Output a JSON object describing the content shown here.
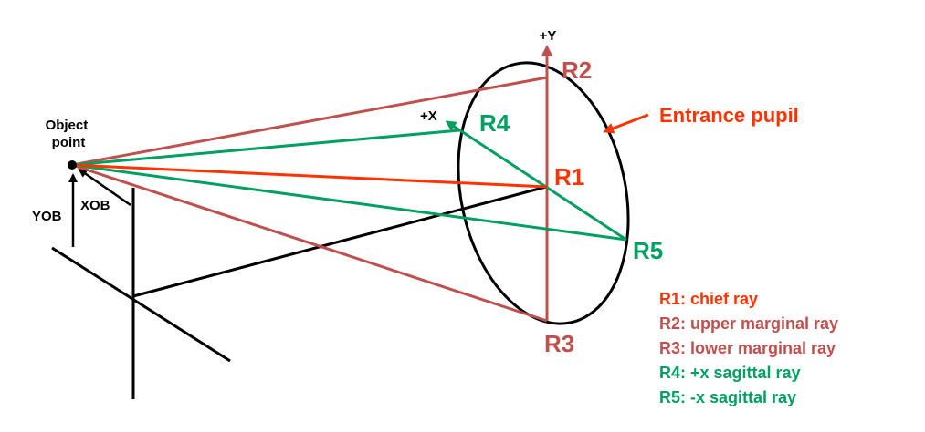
{
  "labels": {
    "object_point": [
      "Object",
      "point"
    ],
    "xob": "XOB",
    "yob": "YOB",
    "plus_y": "+Y",
    "plus_x": "+X",
    "entrance_pupil": "Entrance pupil",
    "r1": "R1",
    "r2": "R2",
    "r3": "R3",
    "r4": "R4",
    "r5": "R5"
  },
  "legend": [
    {
      "text": "R1: chief ray",
      "color": "#ff3300"
    },
    {
      "text": "R2: upper marginal ray",
      "color": "#c0504d"
    },
    {
      "text": "R3: lower marginal ray",
      "color": "#c0504d"
    },
    {
      "text": "R4: +x sagittal ray",
      "color": "#00a060"
    },
    {
      "text": "R5: -x sagittal ray",
      "color": "#00a060"
    }
  ],
  "colors": {
    "chief": "#ff3300",
    "marginal": "#c0504d",
    "sagittal": "#00a060",
    "axes": "#000000"
  }
}
